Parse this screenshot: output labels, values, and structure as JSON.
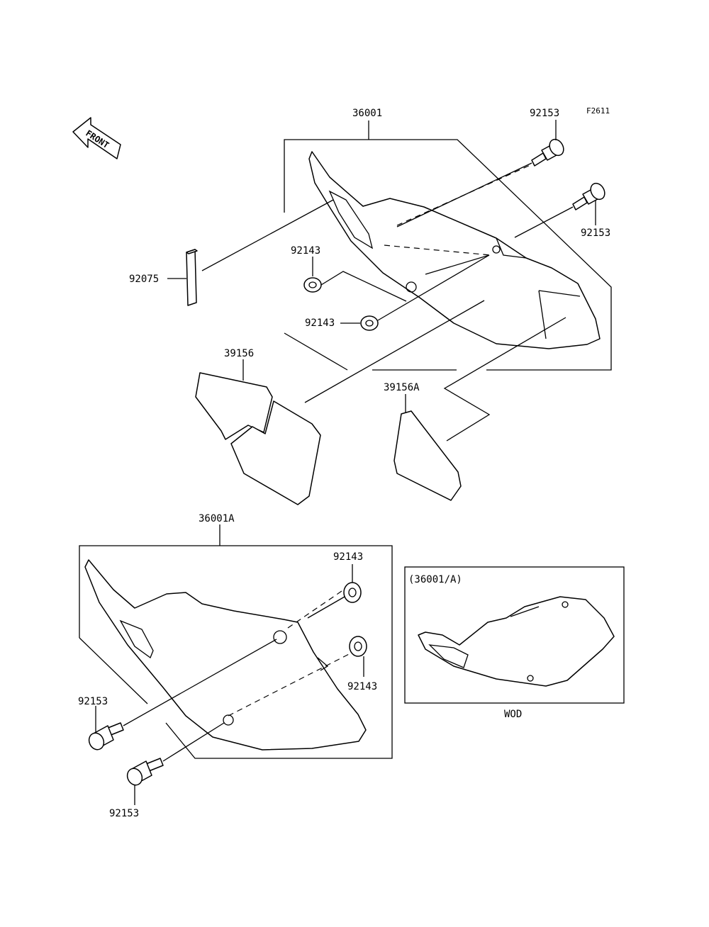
{
  "figure_code": "F2611",
  "front_label": "FRONT",
  "callouts": {
    "cover_right": "36001",
    "cover_left": "36001A",
    "bolt_top_1": "92153",
    "bolt_top_2": "92153",
    "bolt_bottom_1": "92153",
    "bolt_bottom_2": "92153",
    "grommet_top_1": "92143",
    "grommet_top_2": "92143",
    "grommet_bottom_1": "92143",
    "grommet_bottom_2": "92143",
    "pad": "92075",
    "decal_large": "39156",
    "decal_small": "39156A"
  },
  "inset": {
    "title": "(36001/A)",
    "caption": "WOD"
  }
}
